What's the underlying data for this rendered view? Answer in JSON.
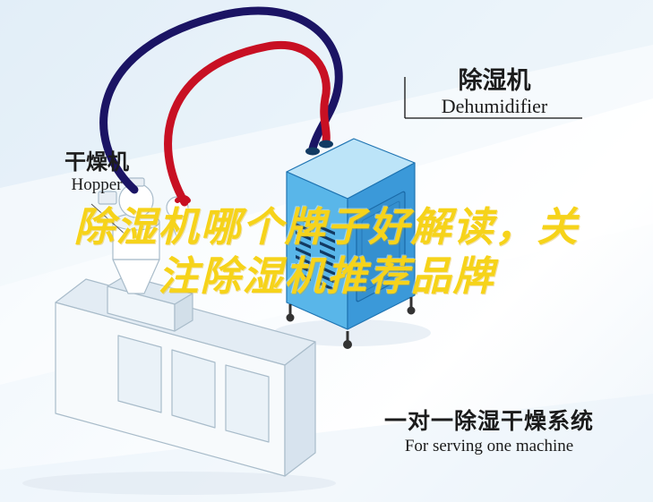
{
  "labels": {
    "dehumidifier_cn": "除湿机",
    "dehumidifier_en": "Dehumidifier",
    "hopper_cn": "干燥机",
    "hopper_en": "Hopper",
    "caption_cn": "一对一除湿干燥系统",
    "caption_en": "For serving one machine"
  },
  "watermark": {
    "line1": "除湿机哪个牌子好解读，关",
    "line2": "注除湿机推荐品牌"
  },
  "colors": {
    "pipe_red": "#c81023",
    "pipe_navy": "#1b1464",
    "unit_front": "#59b6e9",
    "unit_side": "#3b99d9",
    "unit_top": "#bce4f8",
    "unit_vent": "#123a63",
    "unit_line": "#1f74b2",
    "watermark_yellow": "#f6d31a",
    "machine_line": "#a9bcca",
    "machine_fill": "#f7fafc",
    "machine_shade": "#e3ecf4",
    "text_dark": "#1c1c1c"
  }
}
